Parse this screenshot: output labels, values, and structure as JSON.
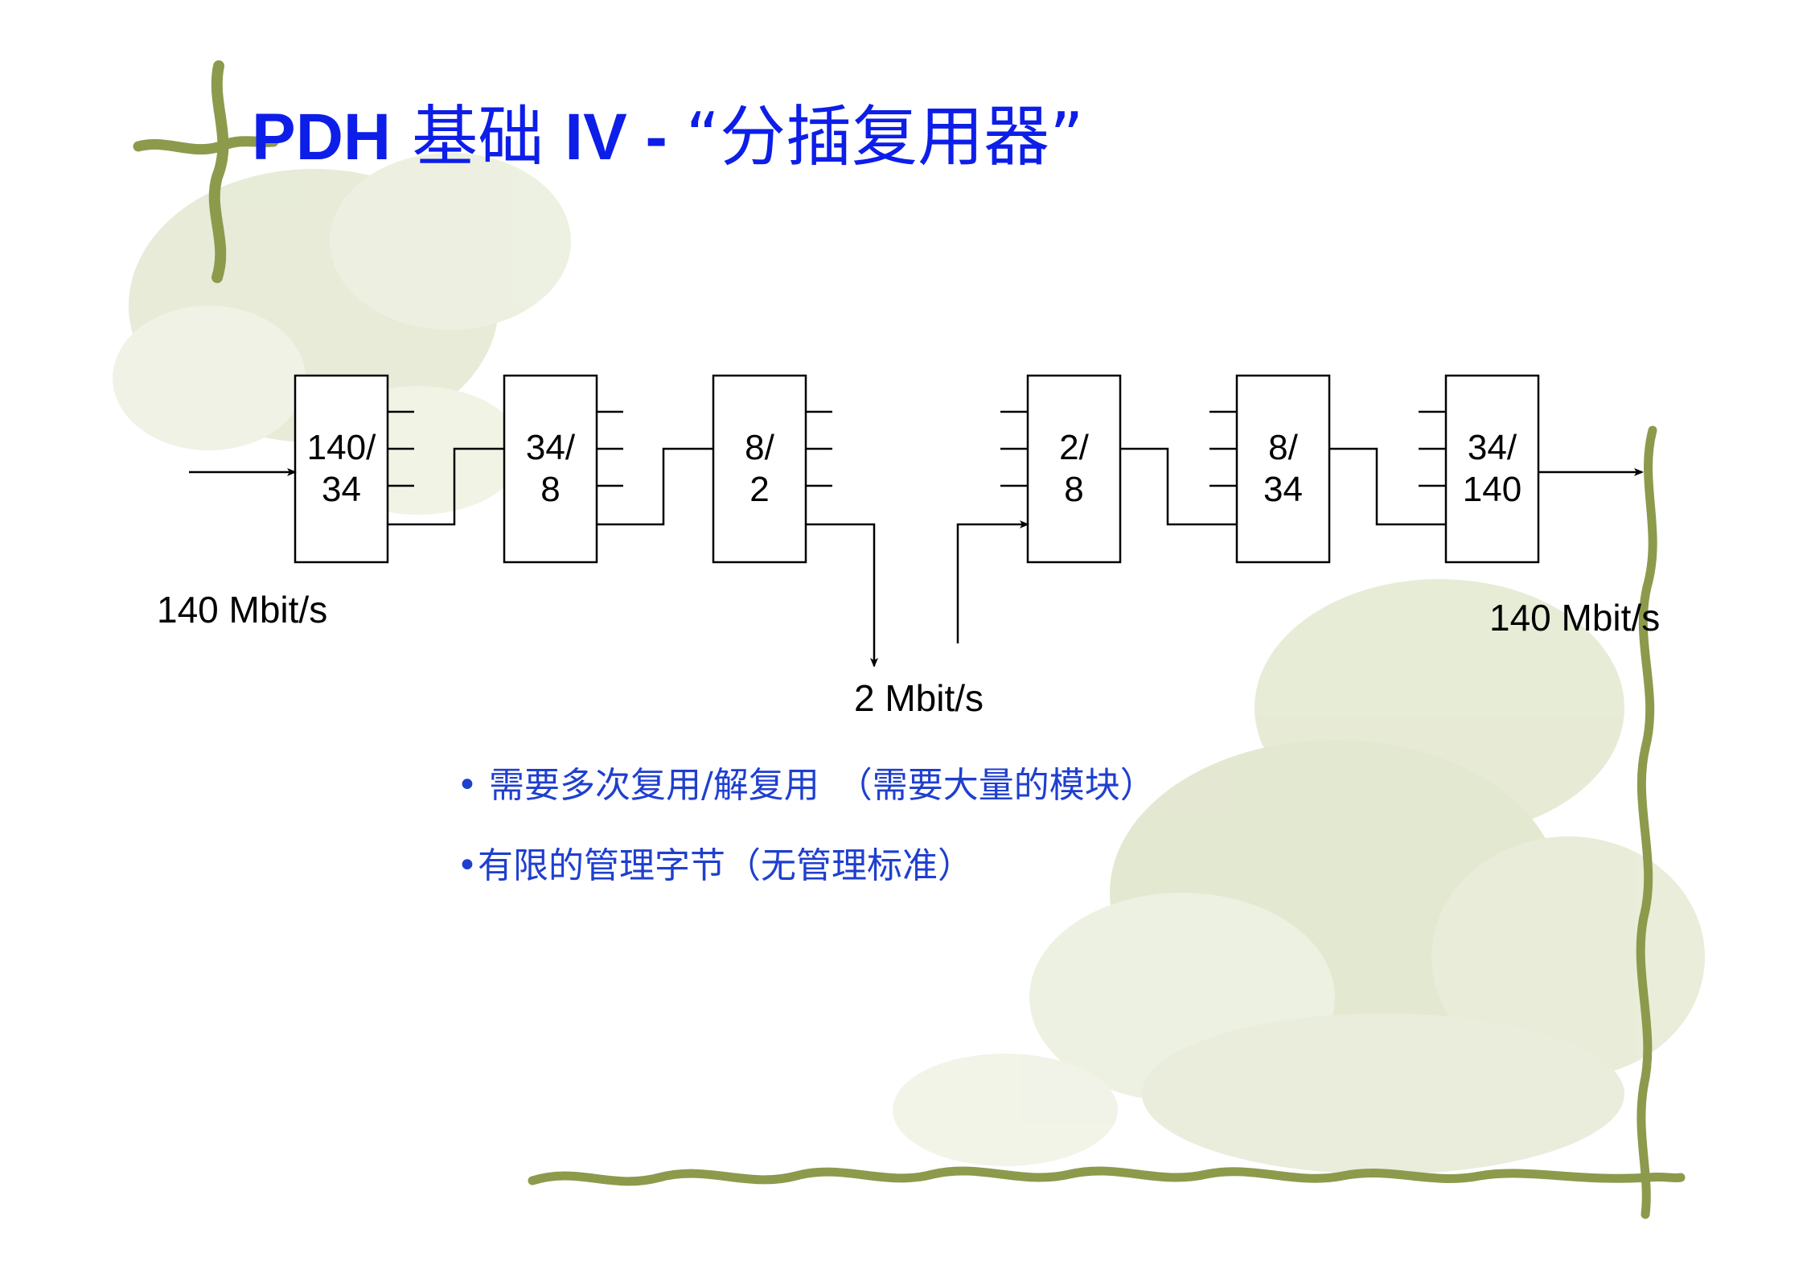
{
  "title": {
    "part1": "PDH",
    "part2": " 基础 ",
    "part3": "IV - ",
    "part4": "“分插复用器”"
  },
  "diagram": {
    "demux_chain": [
      {
        "top": "140/",
        "bottom": "34"
      },
      {
        "top": "34/",
        "bottom": "8"
      },
      {
        "top": "8/",
        "bottom": "2"
      }
    ],
    "mux_chain": [
      {
        "top": "2/",
        "bottom": "8"
      },
      {
        "top": "8/",
        "bottom": "34"
      },
      {
        "top": "34/",
        "bottom": "140"
      }
    ],
    "input_rate": "140 Mbit/s",
    "drop_add_rate": "2 Mbit/s",
    "output_rate": "140 Mbit/s"
  },
  "bullets": [
    "• 需要多次复用/解复用　（需要大量的模块）",
    "•有限的管理字节（无管理标准）"
  ],
  "colors": {
    "title": "#0d1ee8",
    "bullet_text": "#1f3fcf",
    "decoration": "#8c9a4c",
    "background_leaves": "#d9dfc4"
  }
}
